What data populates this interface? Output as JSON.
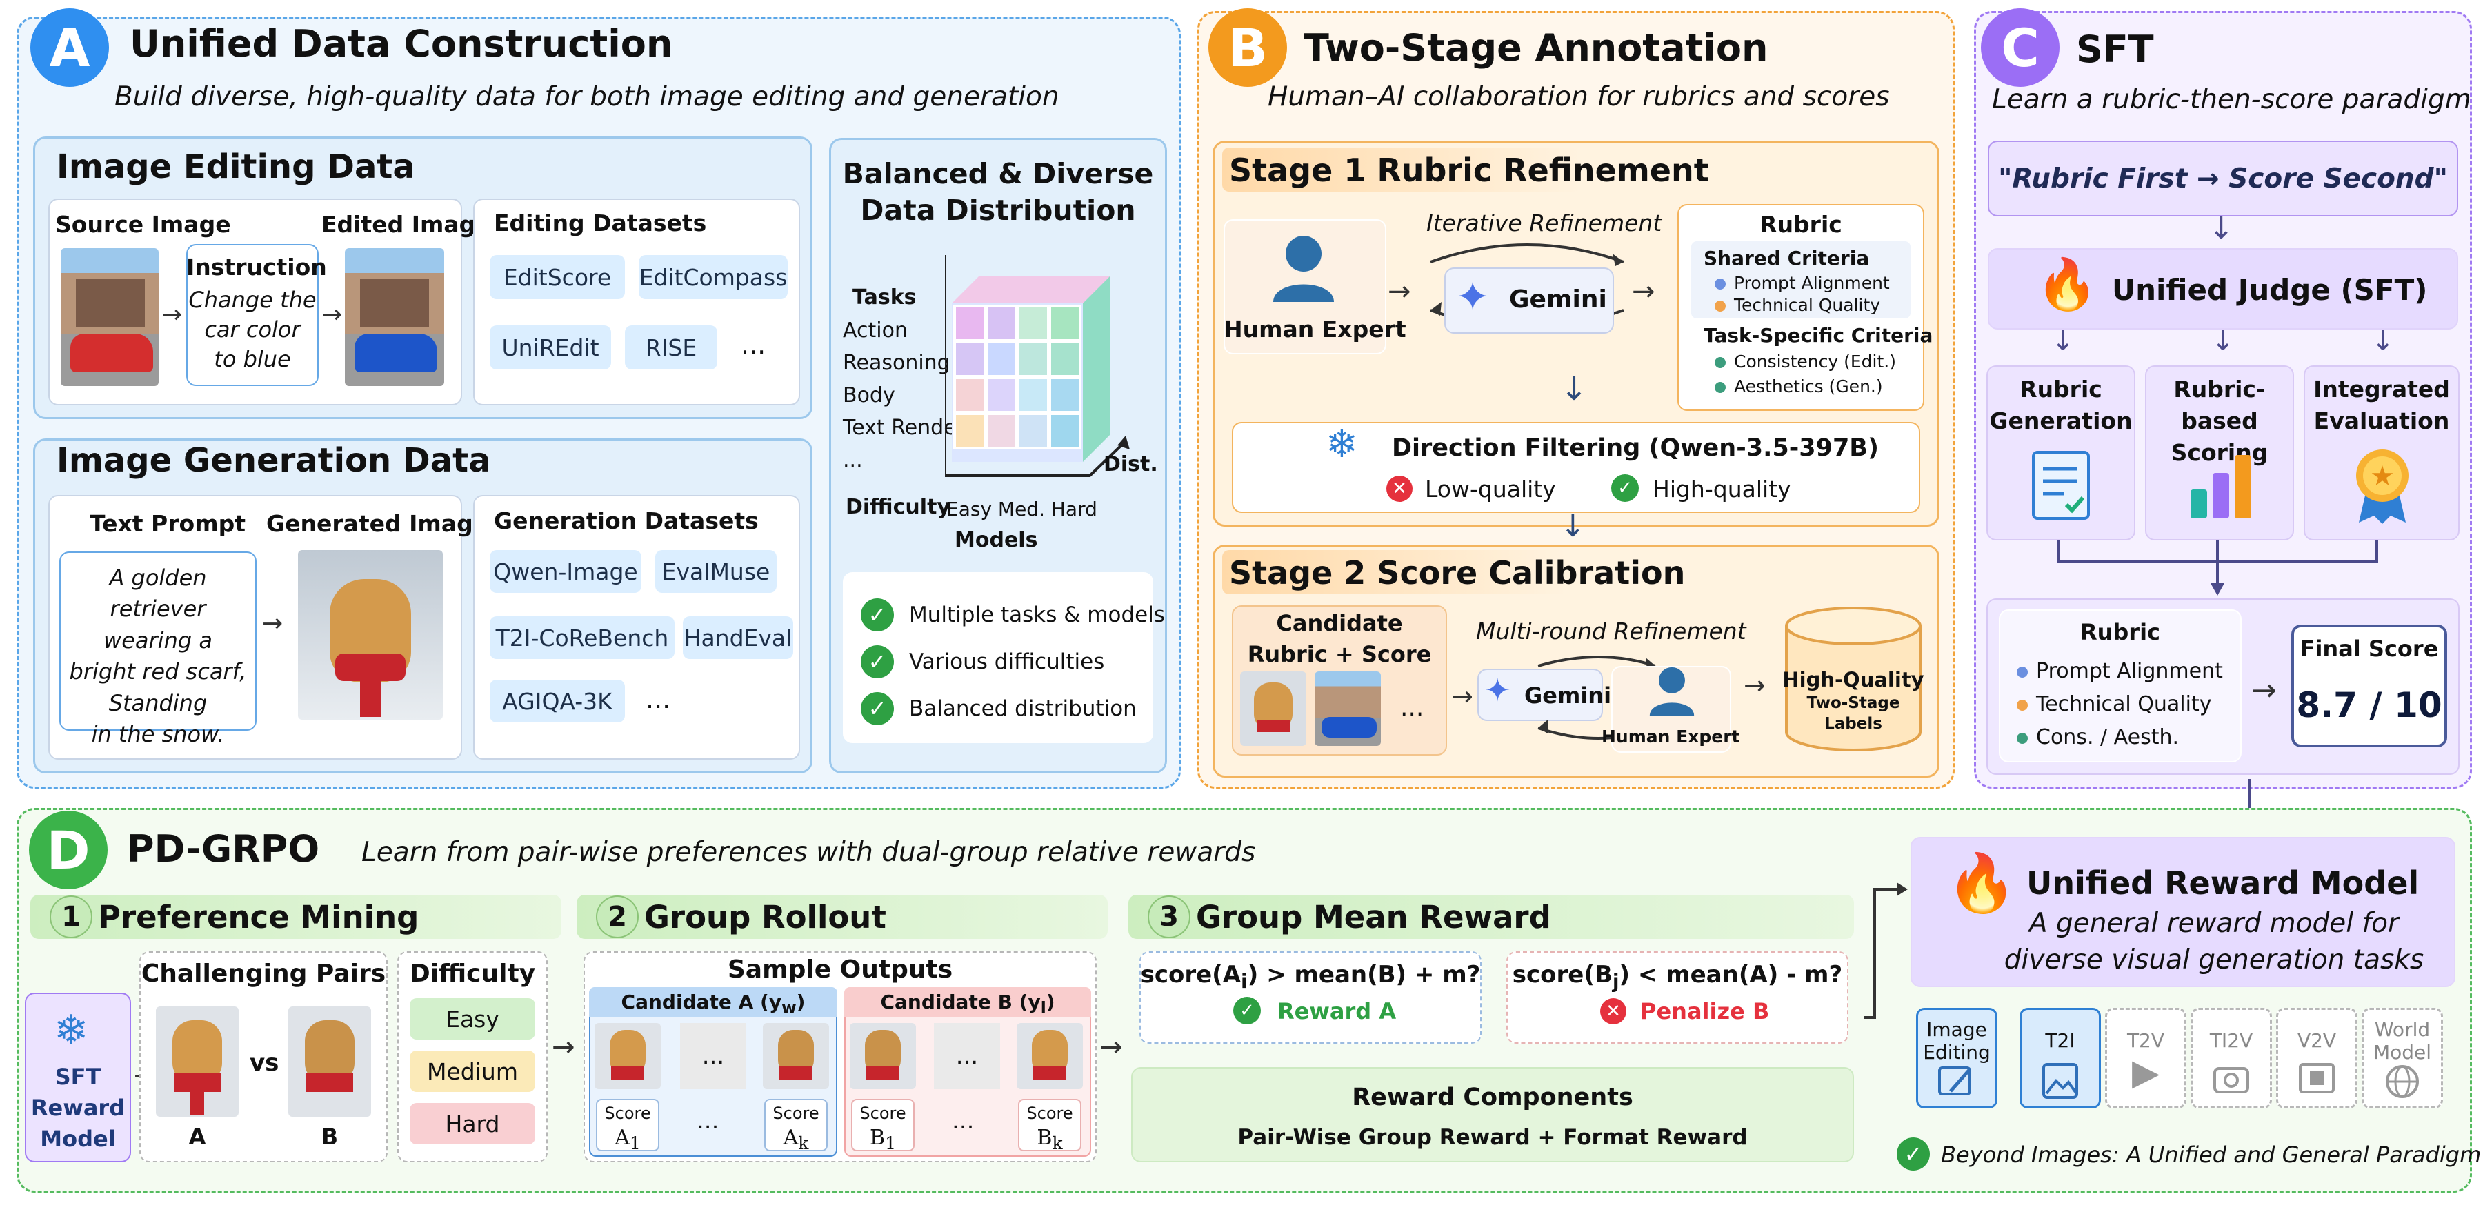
{
  "panel_a": {
    "letter": "A",
    "title": "Unified Data Construction",
    "subtitle": "Build diverse, high-quality data for both image editing and generation",
    "editing": {
      "title": "Image Editing Data",
      "source_label": "Source Image",
      "edited_label": "Edited Image",
      "instruction_title": "Instruction",
      "instruction_text": [
        "Change the",
        "car color",
        "to blue"
      ],
      "datasets_title": "Editing Datasets",
      "datasets": [
        "EditScore",
        "EditCompass",
        "UniREdit",
        "RISE",
        "..."
      ]
    },
    "generation": {
      "title": "Image Generation Data",
      "prompt_label": "Text Prompt",
      "image_label": "Generated Image",
      "prompt_text": [
        "A golden retriever",
        "wearing a",
        "bright  red scarf,",
        "Standing",
        "in the snow."
      ],
      "datasets_title": "Generation Datasets",
      "datasets": [
        "Qwen-Image",
        "EvalMuse",
        "T2I-CoReBench",
        "HandEval",
        "AGIQA-3K",
        "..."
      ]
    },
    "distribution": {
      "title": [
        "Balanced & Diverse",
        "Data Distribution"
      ],
      "tasks_label": "Tasks",
      "tasks": [
        "Action",
        "Reasoning",
        "Body",
        "Text Render",
        "..."
      ],
      "difficulty_label": "Difficulty",
      "difficulty_ticks": "Easy Med. Hard",
      "models_label": "Models",
      "dist_label": "Dist.",
      "checks": [
        "Multiple tasks & models",
        "Various difficulties",
        "Balanced distribution"
      ]
    }
  },
  "panel_b": {
    "letter": "B",
    "title": "Two-Stage Annotation",
    "subtitle": "Human–AI collaboration for rubrics and scores",
    "stage1": {
      "title_num": "Stage 1",
      "title_text": "Rubric Refinement",
      "human_label": "Human Expert",
      "loop_label": "Iterative Refinement",
      "gemini": "Gemini",
      "rubric_title": "Rubric",
      "shared_title": "Shared Criteria",
      "shared": [
        "Prompt Alignment",
        "Technical Quality"
      ],
      "specific_title": "Task-Specific Criteria",
      "specific": [
        "Consistency (Edit.)",
        "Aesthetics (Gen.)"
      ],
      "filter_title": "Direction Filtering (Qwen-3.5-397B)",
      "low": "Low-quality",
      "high": "High-quality"
    },
    "stage2": {
      "title_num": "Stage 2",
      "title_text": "Score Calibration",
      "candidate_title": [
        "Candidate",
        "Rubric + Score"
      ],
      "ellipsis": "...",
      "loop_label": "Multi-round Refinement",
      "gemini": "Gemini",
      "human_label": "Human Expert",
      "db_label": [
        "High-Quality",
        "Two-Stage Labels"
      ]
    }
  },
  "panel_c": {
    "letter": "C",
    "title": "SFT",
    "subtitle": "Learn a rubric-then-score paradigm",
    "motto": "\"Rubric First → Score Second\"",
    "judge": "Unified Judge (SFT)",
    "caps": [
      [
        "Rubric",
        "Generation"
      ],
      [
        "Rubric-based",
        "Scoring"
      ],
      [
        "Integrated",
        "Evaluation"
      ]
    ],
    "rubric_title": "Rubric",
    "rubric_items": [
      "Prompt Alignment",
      "Technical Quality",
      "Cons. / Aesth."
    ],
    "final_label": "Final Score",
    "final_value": "8.7 / 10"
  },
  "panel_d": {
    "letter": "D",
    "title": "PD-GRPO",
    "subtitle": "Learn from pair-wise preferences with dual-group relative rewards",
    "sft_model": [
      "SFT",
      "Reward",
      "Model"
    ],
    "step1": {
      "num": "1",
      "title": "Preference Mining",
      "pairs_title": "Challenging Pairs",
      "vs": "vs",
      "a": "A",
      "b": "B",
      "difficulty_title": "Difficulty",
      "levels": [
        "Easy",
        "Medium",
        "Hard"
      ]
    },
    "step2": {
      "num": "2",
      "title": "Group Rollout",
      "samples_title": "Sample Outputs",
      "cand_a": "Candidate A (y",
      "cand_a_sub": "w",
      "cand_b": "Candidate B (y",
      "cand_b_sub": "l",
      "dots": "...",
      "score": "Score",
      "a1": "A",
      "a1s": "1",
      "ak": "A",
      "aks": "k",
      "b1": "B",
      "b1s": "1",
      "bk": "B",
      "bks": "k"
    },
    "step3": {
      "num": "3",
      "title": "Group Mean Reward",
      "cond_a": "score(A",
      "cond_a_sub": "i",
      "cond_a_tail": ") > mean(B) + m?",
      "reward_a": "Reward A",
      "cond_b": "score(B",
      "cond_b_sub": "j",
      "cond_b_tail": ") < mean(A) - m?",
      "penalize_b": "Penalize B",
      "components_title": "Reward Components",
      "components_text": "Pair-Wise Group Reward + Format Reward"
    },
    "urm": {
      "title": "Unified Reward Model",
      "desc": [
        "A general reward model for",
        "diverse visual generation tasks"
      ]
    },
    "modalities": [
      [
        "Image",
        "Editing"
      ],
      [
        "T2I"
      ],
      [
        "T2V"
      ],
      [
        "TI2V"
      ],
      [
        "V2V"
      ],
      [
        "World",
        "Model"
      ]
    ],
    "beyond": "Beyond Images: A Unified and General Paradigm"
  },
  "colors": {
    "a": "#2f8ff0",
    "b": "#f39a1e",
    "c": "#9b6ef5",
    "d": "#3bb34a"
  }
}
